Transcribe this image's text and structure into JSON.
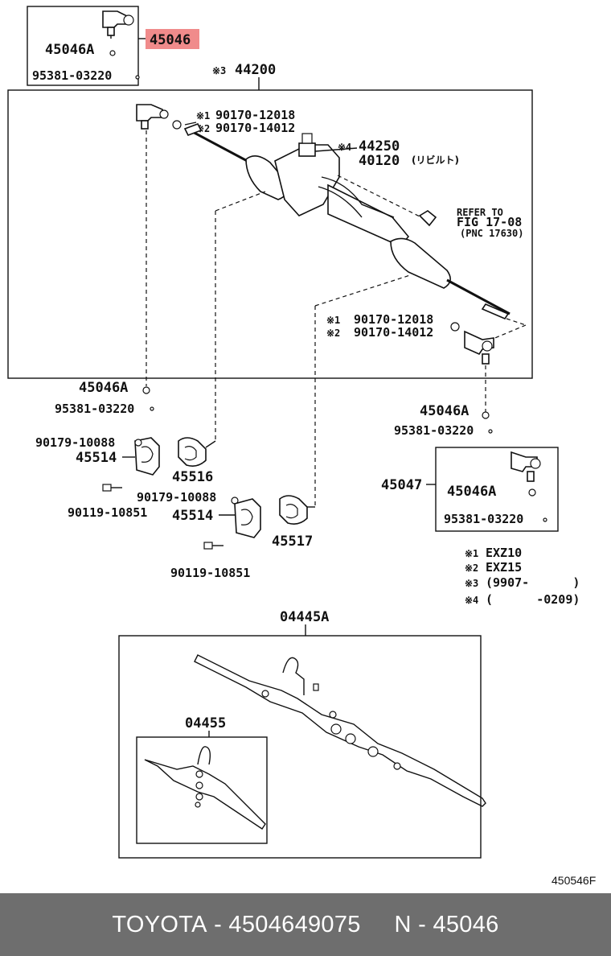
{
  "labels": {
    "top_box_45046A": "45046A",
    "top_box_95381": "95381-03220",
    "highlight_45046": "45046",
    "asm_44200_mark": "※3",
    "asm_44200": "44200",
    "n1_mark": "※1",
    "n1_part": "90170-12018",
    "n2_mark": "※2",
    "n2_part": "90170-14012",
    "n4_mark": "※4",
    "n44250": "44250",
    "n40120": "40120",
    "n40120_note": "(リビルト)",
    "refer_1": "REFER TO",
    "refer_2": "FIG 17-08",
    "refer_3": "(PNC 17630)",
    "r1_mark": "※1",
    "r1_part": "90170-12018",
    "r2_mark": "※2",
    "r2_part": "90170-14012",
    "left_45046A": "45046A",
    "left_95381": "95381-03220",
    "right_45046A": "45046A",
    "right_95381": "95381-03220",
    "c90179_a": "90179-10088",
    "c45514_a": "45514",
    "c45516": "45516",
    "c90119_a": "90119-10851",
    "c90179_b": "90179-10088",
    "c45514_b": "45514",
    "c45517": "45517",
    "c90119_b": "90119-10851",
    "c45047": "45047",
    "box47_45046A": "45046A",
    "box47_95381": "95381-03220",
    "legend1_mark": "※1",
    "legend1_text": "EXZ10",
    "legend2_mark": "※2",
    "legend2_text": "EXZ15",
    "legend3_mark": "※3",
    "legend3_text": "(9907-      )",
    "legend4_mark": "※4",
    "legend4_text": "(      -0209)",
    "kit_04445A": "04445A",
    "kit_04455": "04455",
    "figure_code": "450546F"
  },
  "footer": {
    "brand": "TOYOTA",
    "sep1": " - ",
    "part_number": "4504649075",
    "gap": "     ",
    "n_label": "N",
    "sep2": " - ",
    "pnc": "45046"
  },
  "colors": {
    "highlight": "#f08b8b",
    "footer_bg": "#6e6e6e",
    "footer_text": "#ffffff",
    "ink": "#111111"
  }
}
